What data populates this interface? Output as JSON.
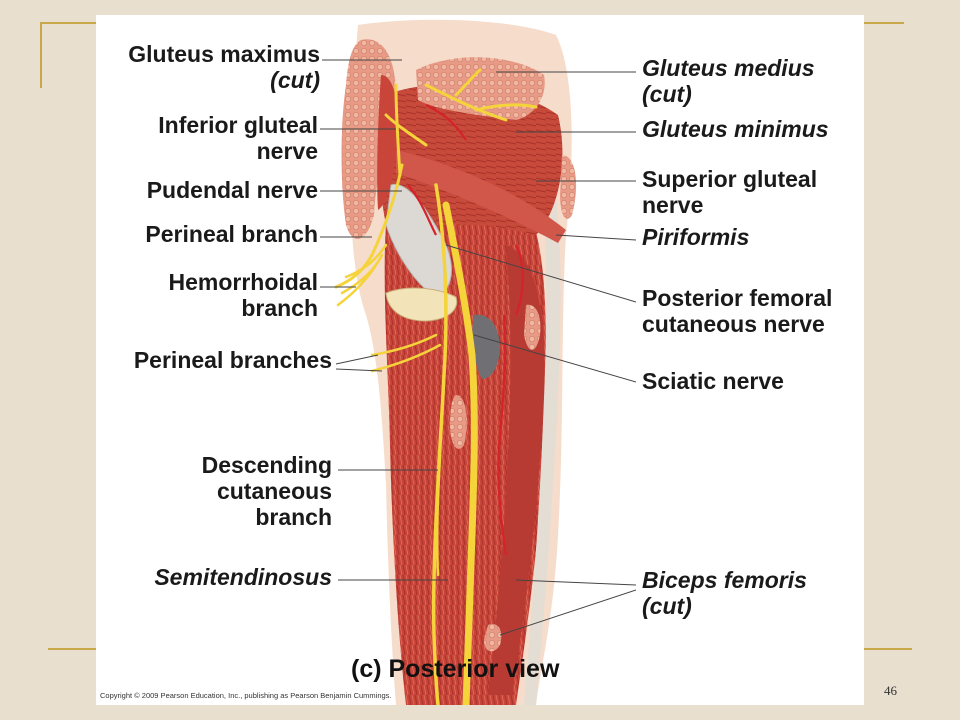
{
  "labels_left": {
    "gluteus_maximus": "Gluteus maximus",
    "gluteus_maximus_cut": "(cut)",
    "inferior_gluteal_1": "Inferior gluteal",
    "inferior_gluteal_2": "nerve",
    "pudendal": "Pudendal nerve",
    "perineal_branch": "Perineal branch",
    "hemorrhoidal_1": "Hemorrhoidal",
    "hemorrhoidal_2": "branch",
    "perineal_branches": "Perineal branches",
    "descending_1": "Descending",
    "descending_2": "cutaneous",
    "descending_3": "branch",
    "semitendinosus": "Semitendinosus"
  },
  "labels_right": {
    "gluteus_medius": "Gluteus medius",
    "gluteus_medius_cut": "(cut)",
    "gluteus_minimus": "Gluteus minimus",
    "superior_gluteal_1": "Superior gluteal",
    "superior_gluteal_2": "nerve",
    "piriformis": "Piriformis",
    "post_fem_1": "Posterior femoral",
    "post_fem_2": "cutaneous nerve",
    "sciatic": "Sciatic nerve",
    "biceps_1": "Biceps femoris",
    "biceps_2": "(cut)"
  },
  "caption": "(c) Posterior view",
  "copyright": "Copyright © 2009 Pearson Education, Inc., publishing as Pearson Benjamin Cummings.",
  "page_number": "46",
  "colors": {
    "background": "#e9dfcf",
    "frame_gold": "#c9a84c",
    "muscle": "#c9453a",
    "nerve": "#f5d33a",
    "tendon": "#e4ddd3"
  }
}
